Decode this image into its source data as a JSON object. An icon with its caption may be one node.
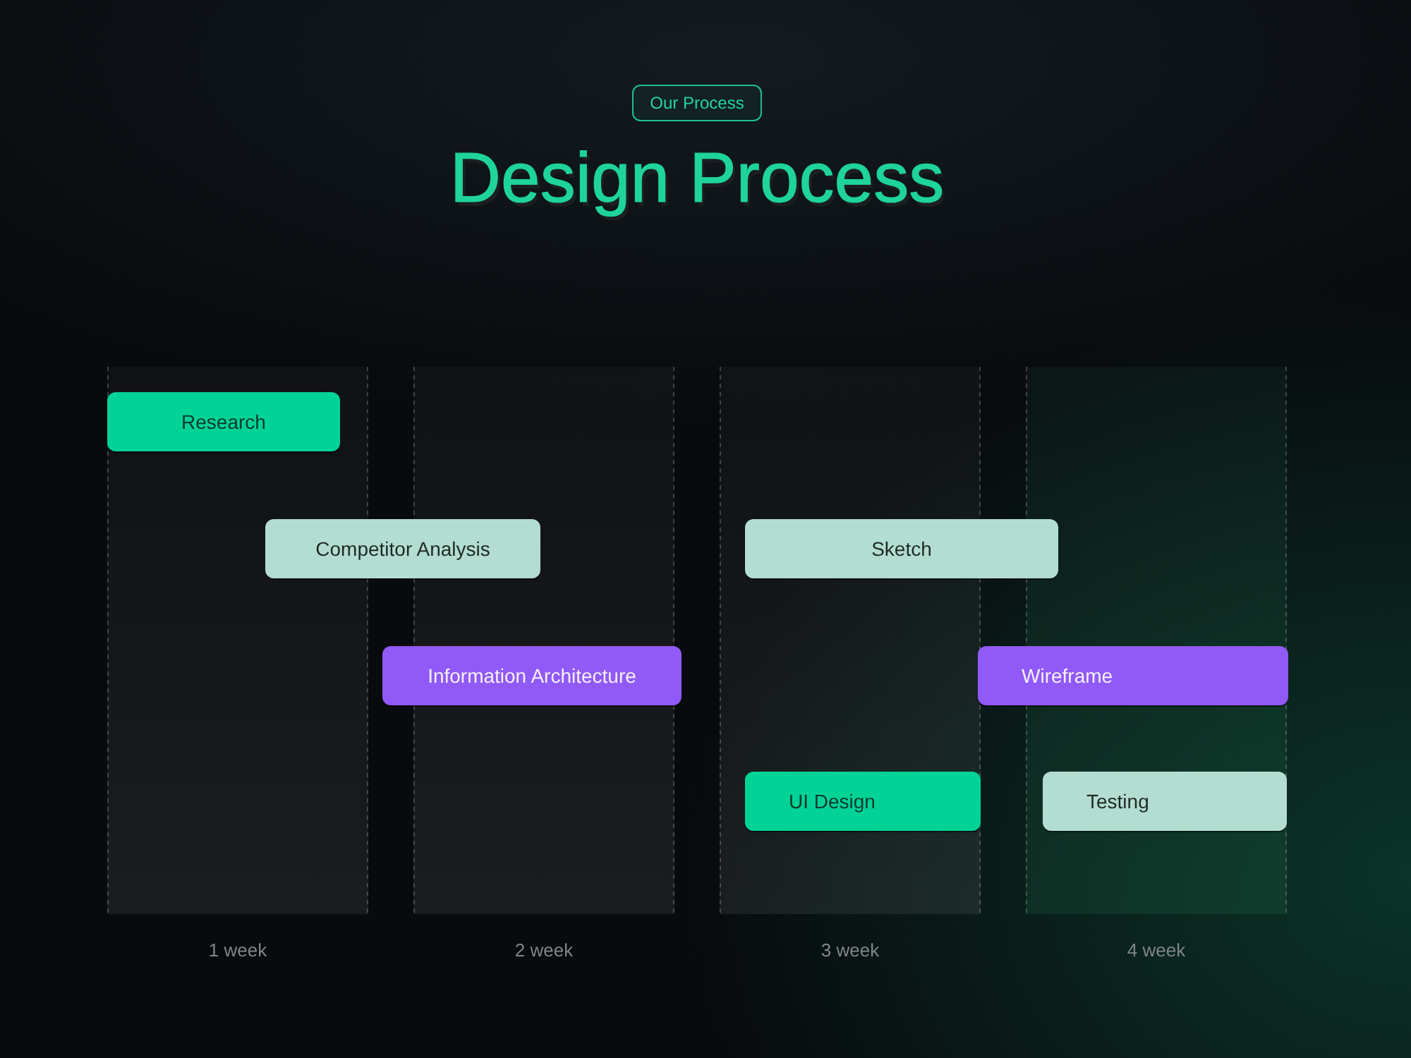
{
  "diagram": {
    "title": "Design Process",
    "nodes": [
      {
        "text": [
          "Our Process"
        ]
      },
      {
        "text": [
          "Research"
        ]
      },
      {
        "text": [
          "Competitor Analysis"
        ]
      },
      {
        "text": [
          "Sketch"
        ]
      },
      {
        "text": [
          "Information Architecture"
        ]
      },
      {
        "text": [
          "Wireframe"
        ]
      },
      {
        "text": [
          "UI Design"
        ]
      },
      {
        "text": [
          "Testing"
        ]
      }
    ],
    "labels": [
      "1 week",
      "2 week",
      "3 week",
      "4 week"
    ]
  }
}
